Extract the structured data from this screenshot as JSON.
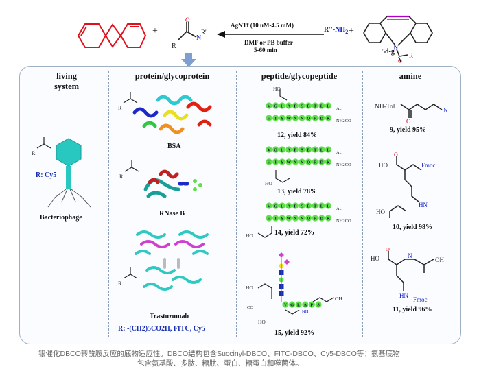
{
  "reaction": {
    "condition_line1": "AgNTf (10 uM-4.5 mM)",
    "condition_line2": "DMF or PB buffer",
    "condition_line3": "5-60 min",
    "reagent": "R''-NH",
    "reagent_sub": "2",
    "compound_label": "5d-g",
    "plus": "+",
    "amine_fragment": "N",
    "r_fragment": "R''"
  },
  "sections": {
    "amine": {
      "title": "amine"
    },
    "peptide": {
      "title": "peptide/glycopeptide"
    },
    "protein": {
      "title": "protein/glycoprotein"
    },
    "living": {
      "title_line1": "living",
      "title_line2": "system"
    }
  },
  "amine_products": [
    {
      "label": "9, yield 95%",
      "group": "NH-Tol"
    },
    {
      "label": "10, yield 98%",
      "group": "Fmoc"
    },
    {
      "label": "11, yield 96%",
      "group": "Fmoc"
    }
  ],
  "peptide_products": [
    {
      "label": "12, yield 84%"
    },
    {
      "label": "13, yield 78%"
    },
    {
      "label": "14, yield 72%"
    },
    {
      "label": "15, yield 92%"
    }
  ],
  "peptide_sequences": {
    "seq_a": "VGLAPSETLL",
    "seq_b": "HIYWNNQRDK",
    "n_term": "Ac",
    "c_term": "NH2CO"
  },
  "protein_products": [
    {
      "label": "BSA"
    },
    {
      "label": "RNase B"
    },
    {
      "label": "Trastuzumab"
    }
  ],
  "protein_r_note": "R: -(CH2)5CO2H, FITC, Cy5",
  "living_product": {
    "label": "Bacteriophage",
    "r_note": "R: Cy5"
  },
  "caption": {
    "line1": "银催化DBCO转酰胺反应的底物适应性。DBCO结构包含Succinyl-DBCO、FITC-DBCO、Cy5-DBCO等；氨基底物",
    "line2": "包含氨基酸、多肽、糖肽、蛋白、糖蛋白和噬菌体。"
  },
  "colors": {
    "product_red": "#e0101c",
    "alkyne_purple": "#b000c8",
    "n_blue": "#1020c8",
    "o_red": "#e00010",
    "bead_green": "#5fe04a",
    "panel_border": "#9fb0c3",
    "arrow_blue": "#7f9fd0"
  }
}
